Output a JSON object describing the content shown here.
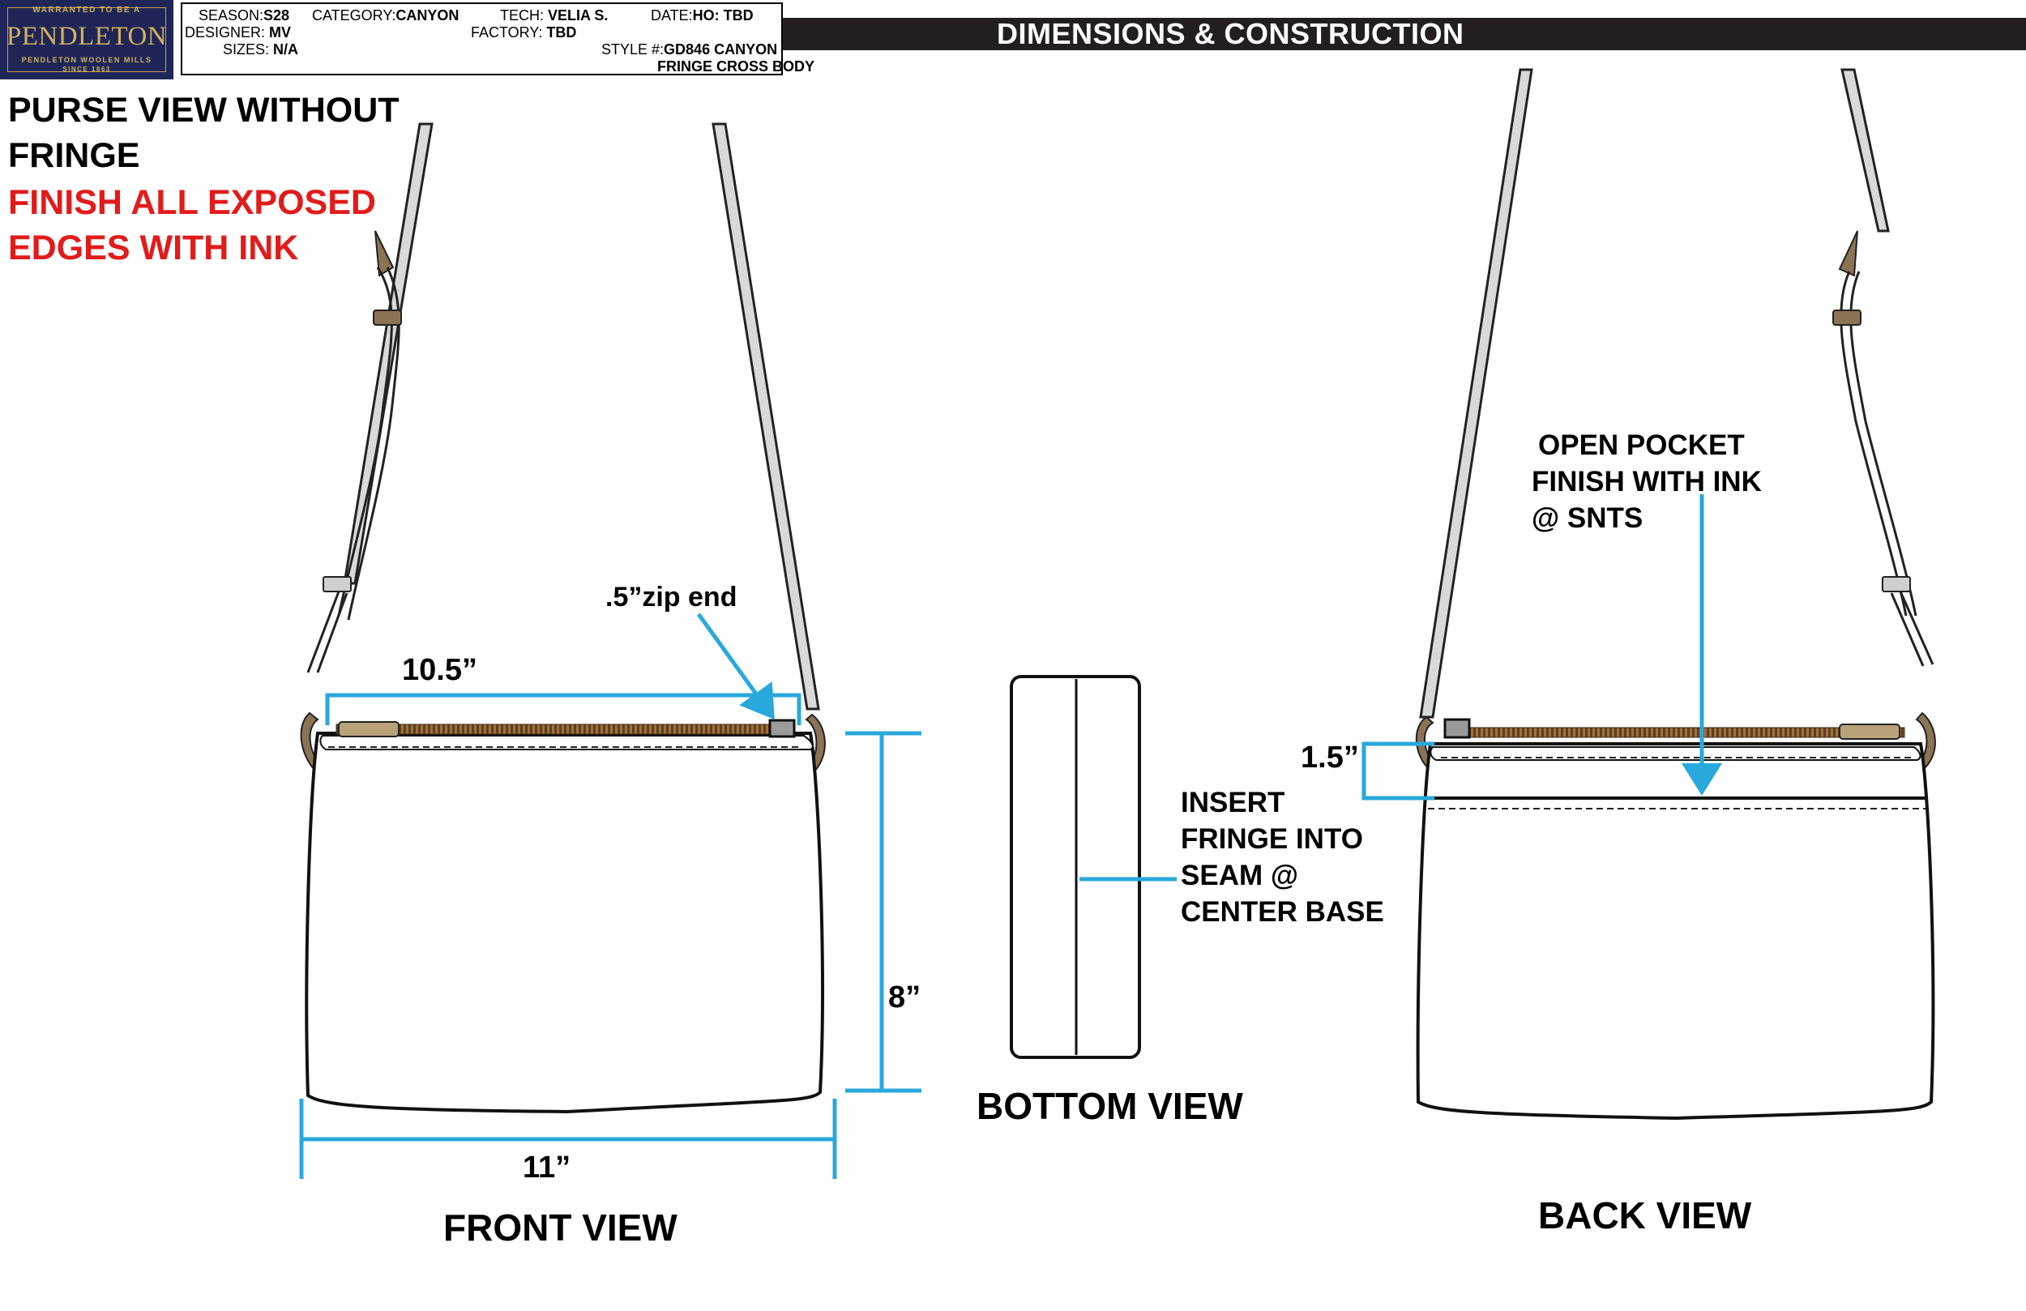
{
  "logo": {
    "warranted": "WARRANTED TO BE A",
    "brand": "PENDLETON",
    "mills": "PENDLETON WOOLEN MILLS",
    "since": "SINCE 1863"
  },
  "info": {
    "season_label": "SEASON:",
    "season": "S28",
    "category_label": "CATEGORY:",
    "category": "CANYON",
    "tech_label": "TECH:",
    "tech": "VELIA S.",
    "date_label": "DATE:",
    "date": "HO: TBD",
    "designer_label": "DESIGNER:",
    "designer": "MV",
    "factory_label": "FACTORY:",
    "factory": "TBD",
    "sizes_label": "SIZES:",
    "sizes": "N/A",
    "style_label": "STYLE #:",
    "style": "GD846 CANYON",
    "style_line2": "FRINGE CROSS BODY"
  },
  "title": "DIMENSIONS & CONSTRUCTION",
  "notes": {
    "line1": "PURSE VIEW WITHOUT",
    "line2": "FRINGE",
    "red1": "FINISH ALL EXPOSED",
    "red2": "EDGES WITH INK"
  },
  "dimensions": {
    "zip_end": ".5”zip end",
    "top_width": "10.5”",
    "height": "8”",
    "bottom_width": "11”",
    "pocket_depth": "1.5”"
  },
  "callouts": {
    "fringe": [
      "INSERT",
      "FRINGE INTO",
      "SEAM @",
      "CENTER BASE"
    ],
    "pocket": [
      "OPEN POCKET",
      "FINISH WITH INK",
      "@ SNTS"
    ]
  },
  "views": {
    "front": "FRONT VIEW",
    "bottom": "BOTTOM VIEW",
    "back": "BACK VIEW"
  },
  "colors": {
    "dimension_line": "#29a8dc",
    "note_red": "#e21b1b",
    "title_bar": "#231f20",
    "logo_navy": "#1f2657",
    "zipper": "#7a5a33",
    "hardware": "#8b7355",
    "strap": "#b8b8b8"
  }
}
